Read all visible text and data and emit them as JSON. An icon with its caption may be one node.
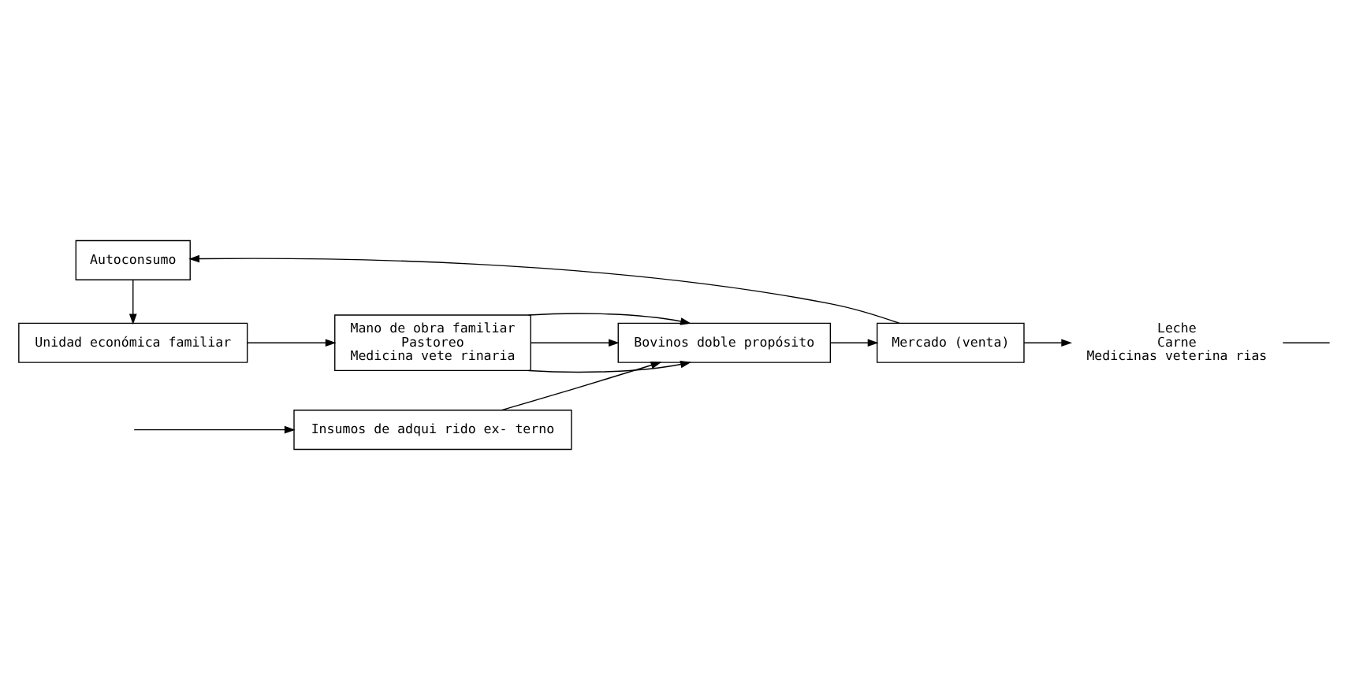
{
  "diagram": {
    "nodes": [
      {
        "text": [
          "Autoconsumo"
        ]
      },
      {
        "text": [
          "Unidad económica familiar"
        ]
      },
      {
        "text": [
          "Mano de obra familiar",
          "Pastoreo",
          "Medicina vete rinaria"
        ]
      },
      {
        "text": [
          "Bovinos doble propósito"
        ]
      },
      {
        "text": [
          "Mercado (venta)"
        ]
      },
      {
        "text": [
          "Insumos de adqui rido ex- terno"
        ]
      },
      {
        "text": [
          "Leche",
          "Carne",
          "Medicinas veterina rias"
        ]
      }
    ],
    "edges": [
      {
        "from": 4,
        "to": 0,
        "arrow": "to"
      },
      {
        "from": 0,
        "to": 1,
        "arrow": "to"
      },
      {
        "from": 1,
        "to": 2,
        "arrow": "to"
      },
      {
        "from": 2,
        "to": 3,
        "arrow": "to"
      },
      {
        "from": 2,
        "to": 3,
        "arrow": "to"
      },
      {
        "from": 2,
        "to": 3,
        "arrow": "to"
      },
      {
        "from": 3,
        "to": 4,
        "arrow": "to"
      },
      {
        "from": 5,
        "to": 3,
        "arrow": "to"
      },
      {
        "from": 4,
        "to": 6,
        "arrow": "to"
      },
      {
        "from": null,
        "to": 5,
        "arrow": "to"
      },
      {
        "from": 6,
        "to": null,
        "arrow": "none"
      }
    ]
  }
}
